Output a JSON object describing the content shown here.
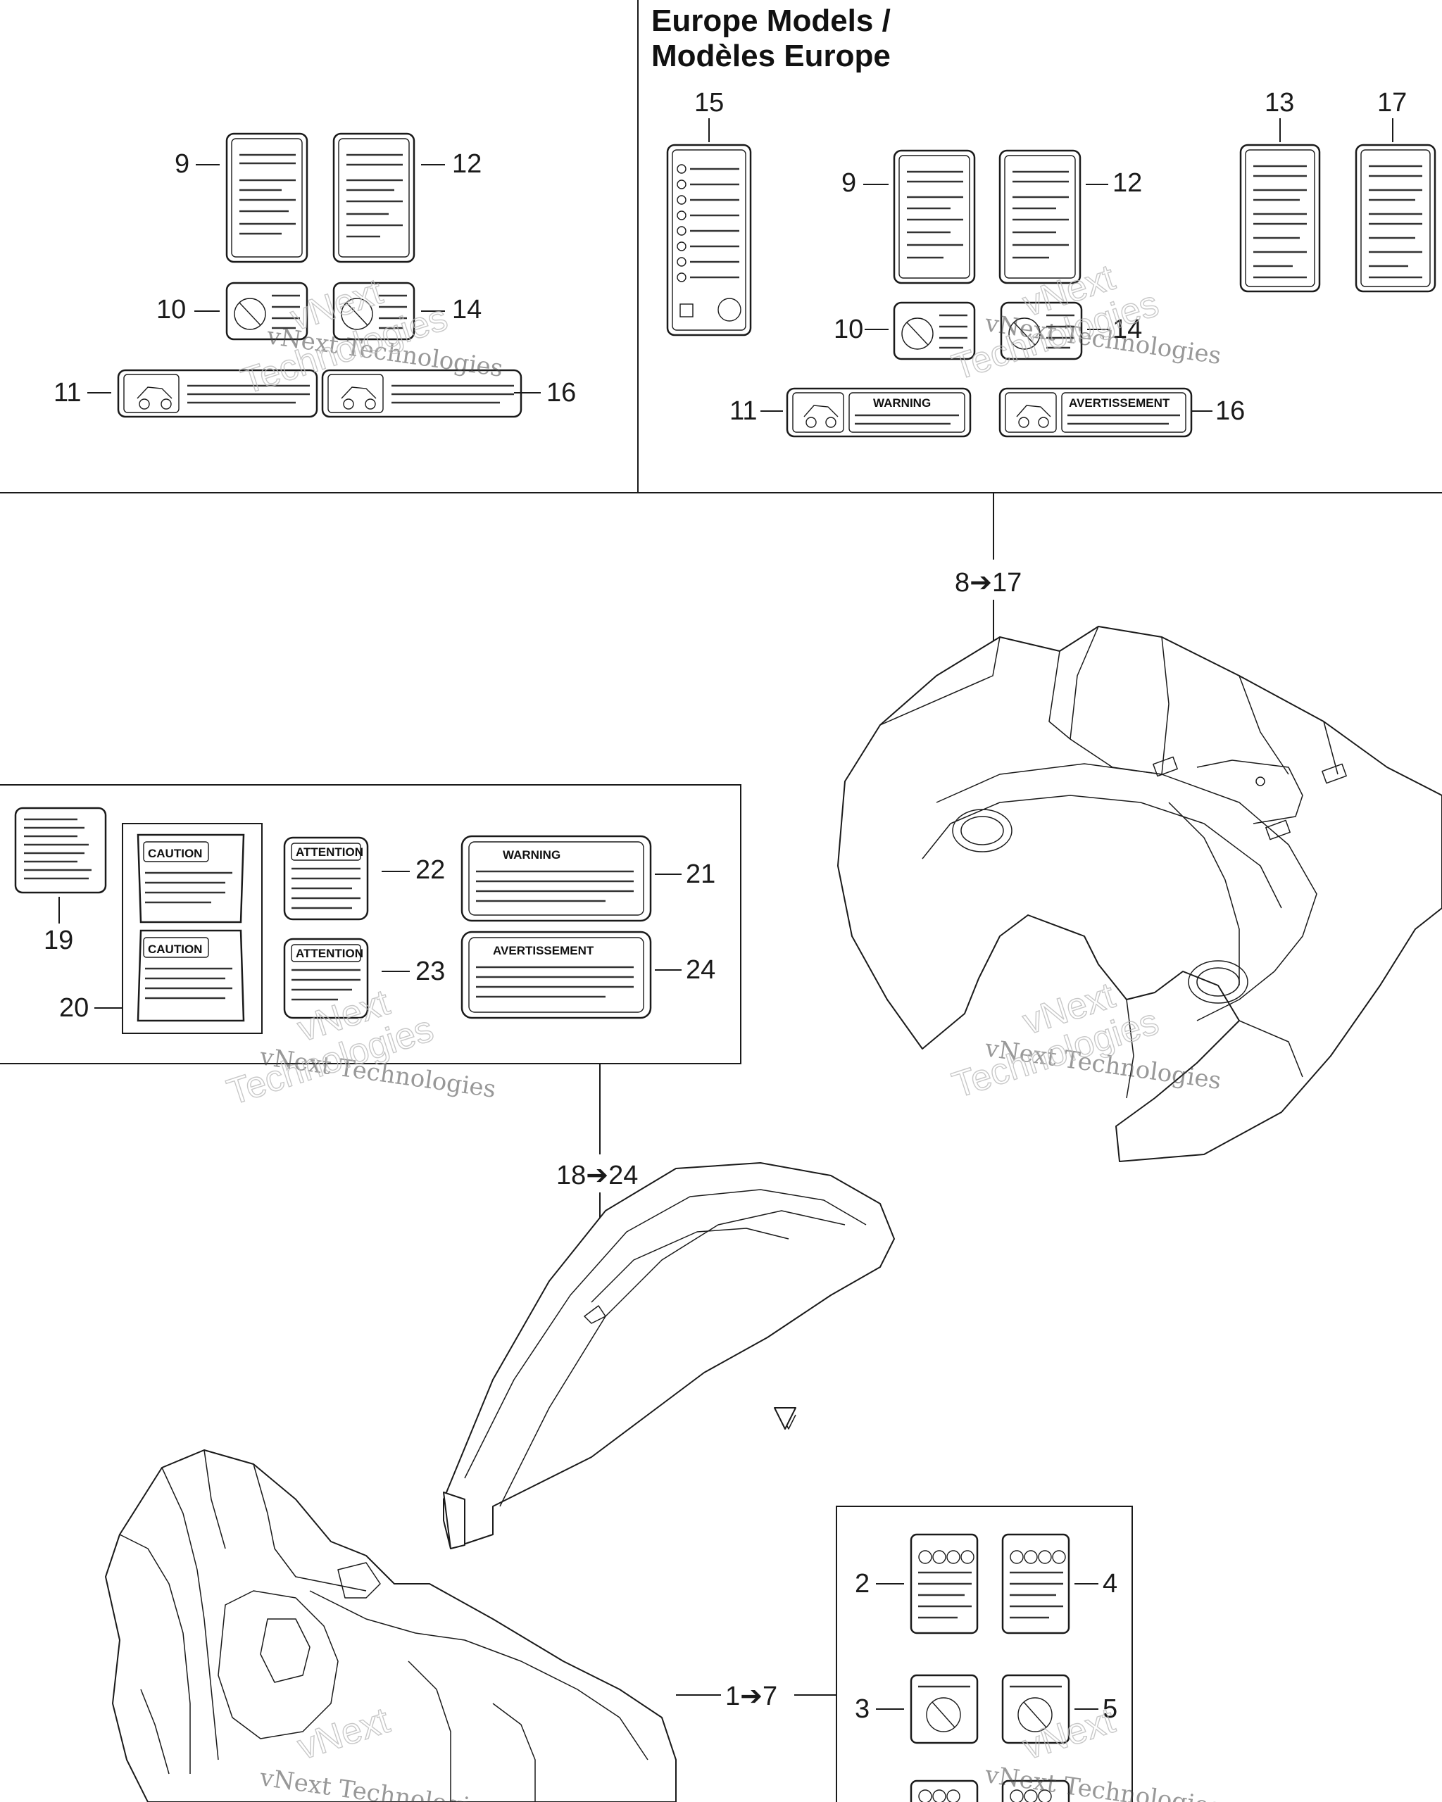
{
  "header": {
    "title_line1": "Europe Models /",
    "title_line2": "Modèles Europe"
  },
  "callouts": {
    "top_left": {
      "c9": "9",
      "c12": "12",
      "c10": "10",
      "c14": "14",
      "c11": "11",
      "c16": "16"
    },
    "top_right": {
      "c15": "15",
      "c9": "9",
      "c12": "12",
      "c13": "13",
      "c17": "17",
      "c10": "10",
      "c14": "14",
      "c11": "11",
      "c16": "16"
    },
    "middle": {
      "c19": "19",
      "c20": "20",
      "c21": "21",
      "c22": "22",
      "c23": "23",
      "c24": "24"
    },
    "bottom": {
      "c2": "2",
      "c3": "3",
      "c4": "4",
      "c5": "5"
    },
    "ranges": {
      "r8_17": "8➔17",
      "r18_24": "18➔24",
      "r1_7": "1➔7"
    }
  },
  "decal_text": {
    "caution": "CAUTION",
    "attention": "ATTENTION",
    "warning": "WARNING",
    "avertissement": "AVERTISSEMENT"
  },
  "watermark": {
    "line1": "vNext Technologies",
    "line2_a": "vNext",
    "line2_b": "Technologies"
  },
  "colors": {
    "line": "#1a1a1a",
    "background": "#ffffff"
  }
}
